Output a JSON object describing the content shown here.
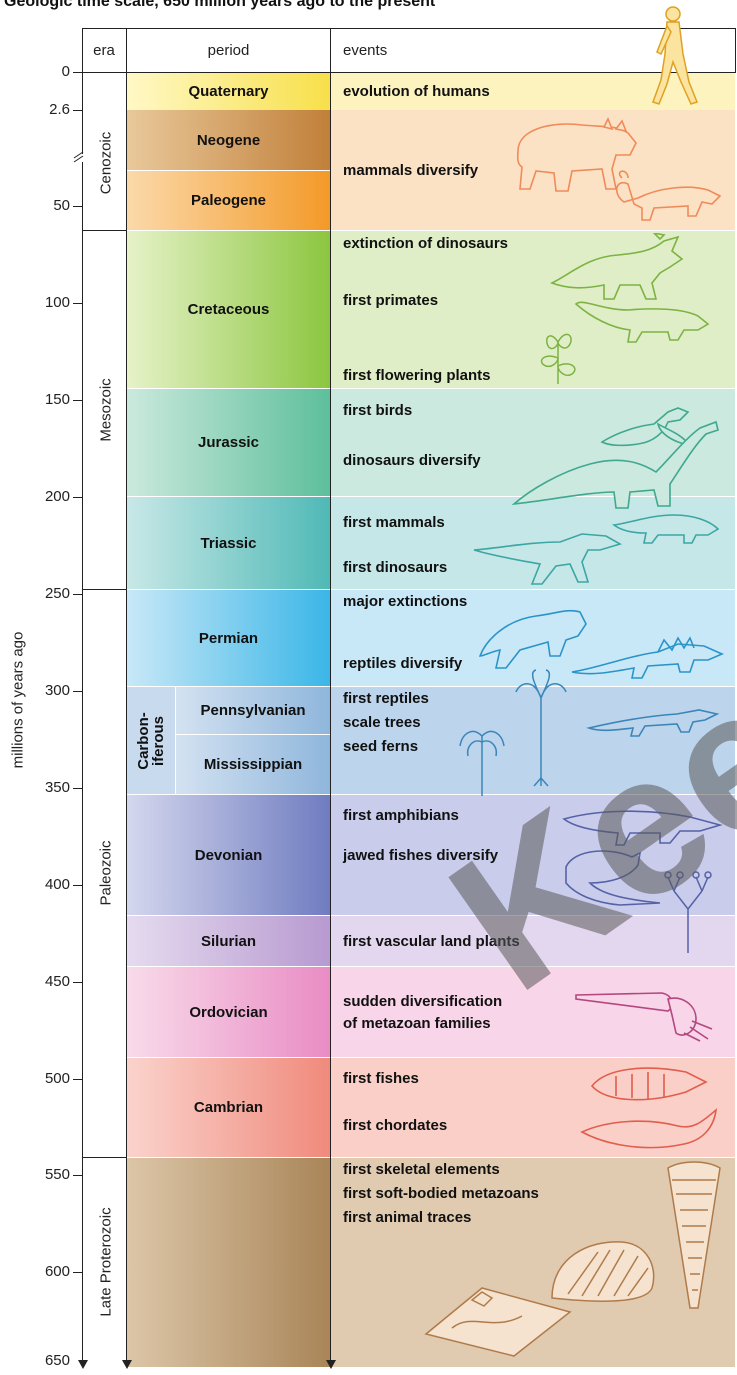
{
  "title": "Geologic time scale, 650 million years ago to the present",
  "headers": {
    "era": "era",
    "period": "period",
    "events": "events"
  },
  "axis_label": "millions of years ago",
  "ticks": [
    {
      "label": "0",
      "value": 0
    },
    {
      "label": "2.6",
      "value": 2.6
    },
    {
      "label": "50",
      "value": 50
    },
    {
      "label": "100",
      "value": 100
    },
    {
      "label": "150",
      "value": 150
    },
    {
      "label": "200",
      "value": 200
    },
    {
      "label": "250",
      "value": 250
    },
    {
      "label": "300",
      "value": 300
    },
    {
      "label": "350",
      "value": 350
    },
    {
      "label": "400",
      "value": 400
    },
    {
      "label": "450",
      "value": 450
    },
    {
      "label": "500",
      "value": 500
    },
    {
      "label": "550",
      "value": 550
    },
    {
      "label": "600",
      "value": 600
    },
    {
      "label": "650",
      "value": 650
    }
  ],
  "eras": [
    {
      "name": "Cenozoic",
      "start": 0,
      "end": 65
    },
    {
      "name": "Mesozoic",
      "start": 65,
      "end": 250
    },
    {
      "name": "Paleozoic",
      "start": 250,
      "end": 545
    },
    {
      "name": "Late Proterozoic",
      "start": 545,
      "end": 650
    }
  ],
  "carboniferous_label": [
    "Carbon-",
    "iferous"
  ],
  "periods": [
    {
      "name": "Quaternary",
      "color": "#f7e04a",
      "color2": "#fff6c0",
      "events_color": "#fdf3bf"
    },
    {
      "name": "Neogene",
      "color": "#c98a3e",
      "color2": "#e9c89a",
      "events_color": "#fbe2c4"
    },
    {
      "name": "Paleogene",
      "color": "#f39a28",
      "color2": "#fbd8a8",
      "events_color": "#fbe2c4"
    },
    {
      "name": "Cretaceous",
      "color": "#8cc63f",
      "color2": "#e3f0c6",
      "events_color": "#dfeec7"
    },
    {
      "name": "Jurassic",
      "color": "#5dbf9b",
      "color2": "#c8e7db",
      "events_color": "#cbe9df"
    },
    {
      "name": "Triassic",
      "color": "#4fb9b6",
      "color2": "#c4e6e5",
      "events_color": "#c6e7e7"
    },
    {
      "name": "Permian",
      "color": "#3ab6e7",
      "color2": "#c4e7f7",
      "events_color": "#c9e8f7"
    },
    {
      "name": "Pennsylvanian",
      "color": "#79a8d6",
      "color2": "#c9dcef",
      "events_color": "#bcd4ec"
    },
    {
      "name": "Mississippian",
      "color": "#79a8d6",
      "color2": "#c9dcef",
      "events_color": "#bcd4ec"
    },
    {
      "name": "Devonian",
      "color": "#6f7cc0",
      "color2": "#cfd3ec",
      "events_color": "#c9cdeb"
    },
    {
      "name": "Silurian",
      "color": "#b79ad0",
      "color2": "#e0d4ec",
      "events_color": "#e2d7ee"
    },
    {
      "name": "Ordovician",
      "color": "#e98cc4",
      "color2": "#f7d6e8",
      "events_color": "#f8d5e8"
    },
    {
      "name": "Cambrian",
      "color": "#f08a7c",
      "color2": "#f9cfc8",
      "events_color": "#f9cfc8"
    },
    {
      "name": "",
      "color": "#a98558",
      "color2": "#d9c2a3",
      "events_color": "#e0cbb0"
    }
  ],
  "events": [
    {
      "text": "evolution of humans"
    },
    {
      "text": "mammals diversify"
    },
    {
      "text": "extinction of dinosaurs"
    },
    {
      "text": "first primates"
    },
    {
      "text": "first flowering plants"
    },
    {
      "text": "first birds"
    },
    {
      "text": "dinosaurs diversify"
    },
    {
      "text": "first mammals"
    },
    {
      "text": "first dinosaurs"
    },
    {
      "text": "major extinctions"
    },
    {
      "text": "reptiles diversify"
    },
    {
      "text": "first reptiles"
    },
    {
      "text": "scale trees"
    },
    {
      "text": "seed ferns"
    },
    {
      "text": "first amphibians"
    },
    {
      "text": "jawed fishes diversify"
    },
    {
      "text": "first vascular land plants"
    },
    {
      "text": "sudden diversification"
    },
    {
      "text": "of metazoan families"
    },
    {
      "text": "first fishes"
    },
    {
      "text": "first chordates"
    },
    {
      "text": "first skeletal elements"
    },
    {
      "text": "first soft-bodied metazoans"
    },
    {
      "text": "first animal traces"
    }
  ],
  "watermark": "Keer"
}
